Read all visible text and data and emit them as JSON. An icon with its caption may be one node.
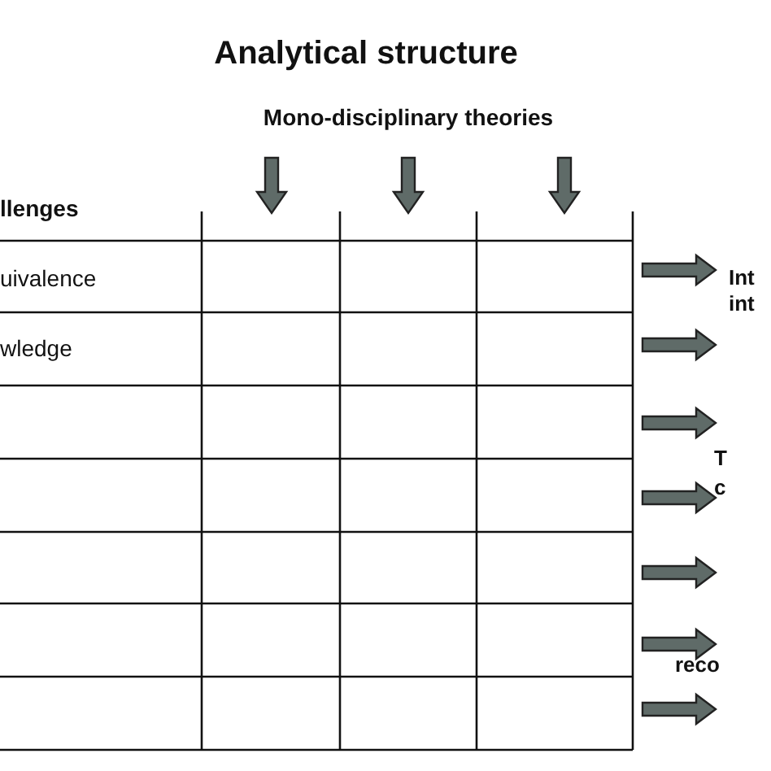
{
  "diagram": {
    "title": "Analytical structure",
    "labels": [
      "Mono-disciplinary theories",
      "llenges",
      "uivalence",
      "Int",
      "int",
      "wledge",
      "T",
      "c",
      "reco"
    ]
  }
}
